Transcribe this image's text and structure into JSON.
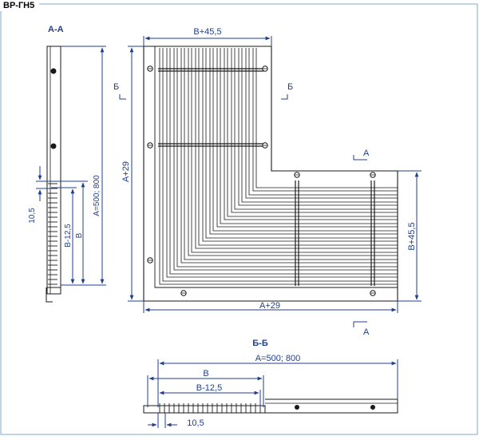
{
  "title": "ВР-ГН5",
  "colors": {
    "dimension": "#1f3f8f",
    "frame": "#7fa8c8",
    "line": "#1a1a1a"
  },
  "section_labels": {
    "aa": "А-А",
    "bb": "Б-Б"
  },
  "cut_marks": {
    "b": "Б",
    "a": "А"
  },
  "dimensions": {
    "top_width": "В+45,5",
    "left_height": "А+29",
    "right_height": "В+45,5",
    "bottom_width": "А+29",
    "aa_height": "А=500; 800",
    "aa_b": "В",
    "aa_b_minus": "В-12,5",
    "aa_thickness": "10,5",
    "bb_width": "А=500; 800",
    "bb_b": "В",
    "bb_b_minus": "В-12,5",
    "bb_thickness": "10,5"
  }
}
